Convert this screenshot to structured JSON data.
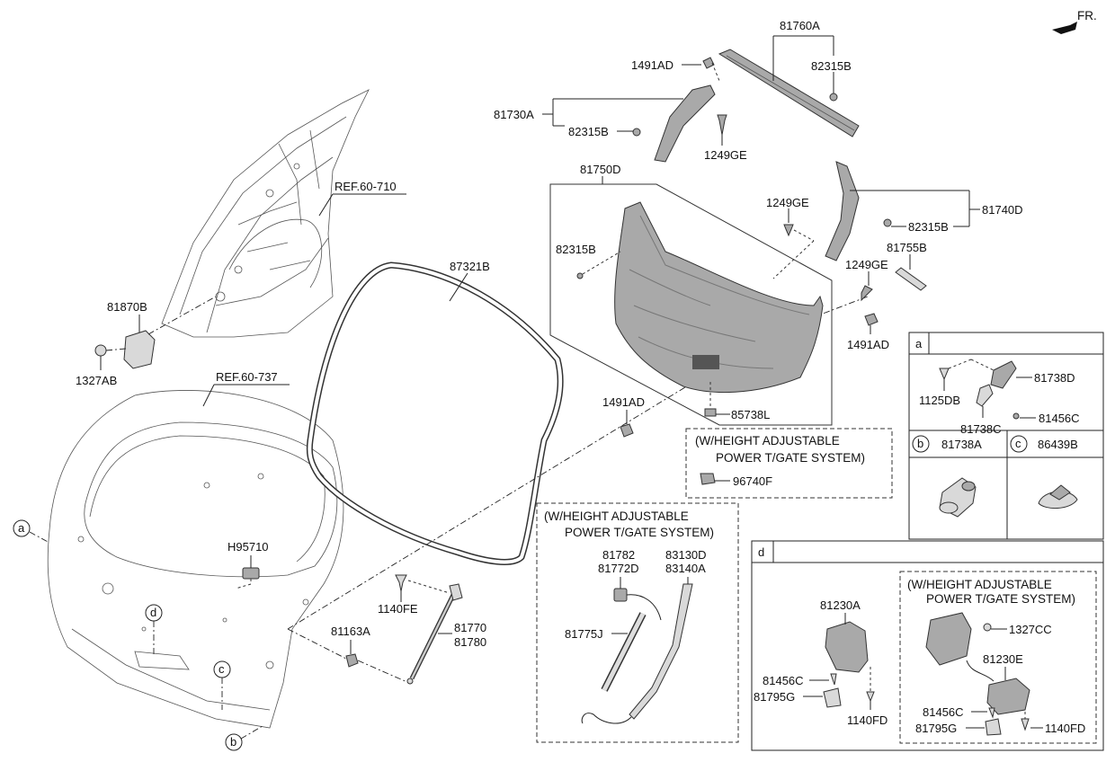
{
  "direction": "FR.",
  "refs": {
    "ref_60_710": "REF.60-710",
    "ref_60_737": "REF.60-737"
  },
  "parts": {
    "p81760A": "81760A",
    "p1491AD_a": "1491AD",
    "p82315B_a": "82315B",
    "p81730A": "81730A",
    "p82315B_b": "82315B",
    "p1249GE_a": "1249GE",
    "p81750D": "81750D",
    "p1249GE_b": "1249GE",
    "p82315B_c": "82315B",
    "p81740D": "81740D",
    "p82315B_d": "82315B",
    "p81755B": "81755B",
    "p1249GE_c": "1249GE",
    "p1491AD_b": "1491AD",
    "p85738L": "85738L",
    "p87321B": "87321B",
    "p81870B": "81870B",
    "p1327AB": "1327AB",
    "p1491AD_c": "1491AD",
    "p96740F": "96740F",
    "pH95710": "H95710",
    "p1140FE": "1140FE",
    "p81770": "81770",
    "p81780": "81780",
    "p81163A": "81163A",
    "p81782": "81782",
    "p81772D": "81772D",
    "p83130D": "83130D",
    "p83140A": "83140A",
    "p81775J": "81775J"
  },
  "box_a": {
    "tag": "a",
    "tag_b": "b",
    "tag_c": "c",
    "p81738D": "81738D",
    "p1125DB": "1125DB",
    "p81738C": "81738C",
    "p81456C": "81456C",
    "p81738A": "81738A",
    "p86439B": "86439B"
  },
  "box_d": {
    "tag": "d",
    "p81230A": "81230A",
    "p81456C_a": "81456C",
    "p81795G_a": "81795G",
    "p1140FD_a": "1140FD",
    "p1327CC": "1327CC",
    "p81230E": "81230E",
    "p81456C_b": "81456C",
    "p81795G_b": "81795G",
    "p1140FD_b": "1140FD"
  },
  "notes": {
    "height_adj_1a": "(W/HEIGHT ADJUSTABLE",
    "height_adj_1b": "POWER T/GATE SYSTEM)",
    "height_adj_2a": "(W/HEIGHT ADJUSTABLE",
    "height_adj_2b": "POWER T/GATE SYSTEM)",
    "height_adj_3a": "(W/HEIGHT ADJUSTABLE",
    "height_adj_3b": "POWER T/GATE SYSTEM)"
  },
  "callouts": {
    "a": "a",
    "b": "b",
    "c": "c",
    "d": "d"
  }
}
